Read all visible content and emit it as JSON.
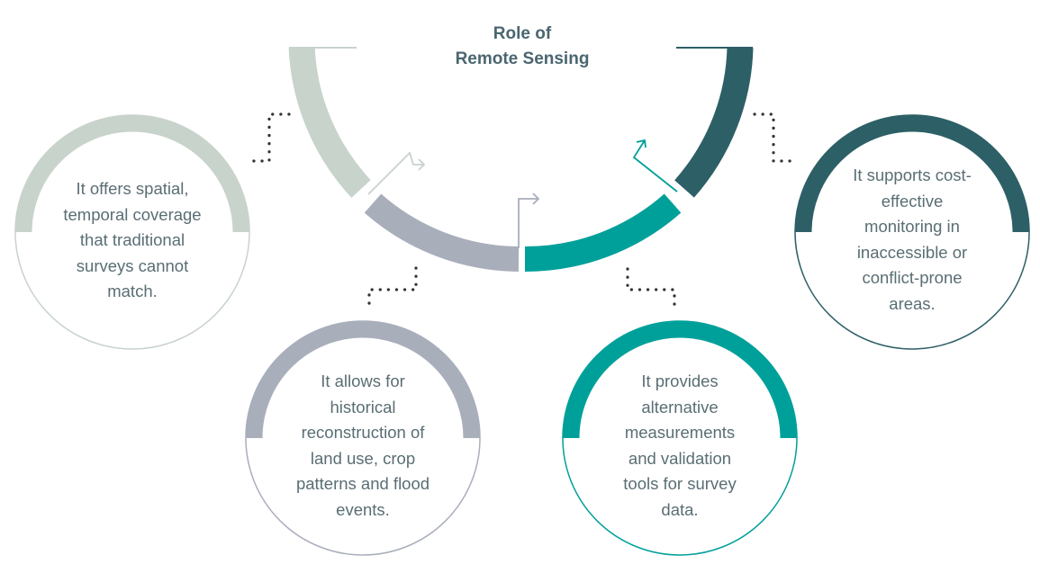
{
  "title_line1": "Role of",
  "title_line2": "Remote Sensing",
  "colors": {
    "sage": "#c8d3cb",
    "grey": "#a9aebb",
    "teal": "#00a09a",
    "dark_teal": "#2d5f66",
    "dots": "#333333",
    "text": "#5a6e74",
    "title": "#4a6670"
  },
  "items": [
    {
      "id": "spatial",
      "color": "sage",
      "lines": [
        "It offers spatial,",
        "temporal coverage",
        "that traditional",
        "surveys cannot",
        "match."
      ]
    },
    {
      "id": "historical",
      "color": "grey",
      "lines": [
        "It allows for",
        "historical",
        "reconstruction of",
        "land use, crop",
        "patterns and flood",
        "events."
      ]
    },
    {
      "id": "measurements",
      "color": "teal",
      "lines": [
        "It provides",
        "alternative",
        "measurements",
        "and validation",
        "tools for survey",
        "data."
      ]
    },
    {
      "id": "cost",
      "color": "dark_teal",
      "lines": [
        "It supports cost-",
        "effective",
        "monitoring in",
        "inaccessible or",
        "conflict-prone",
        "areas."
      ]
    }
  ]
}
